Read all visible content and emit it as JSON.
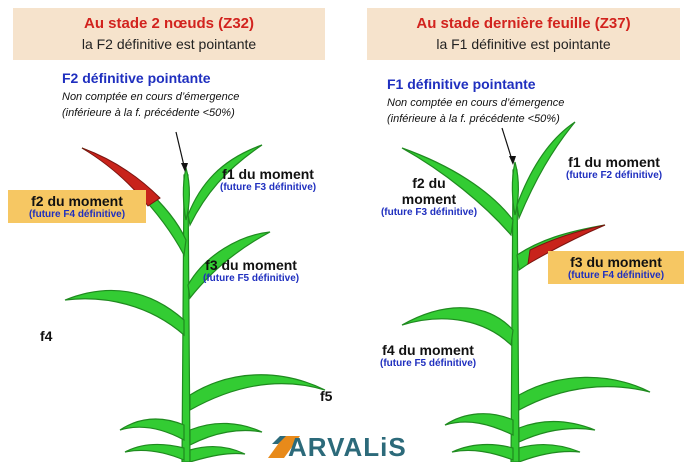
{
  "left": {
    "stage_title": "Au stade 2 nœuds (Z32)",
    "stage_subtitle": "la F2 définitive est pointante",
    "pointing_title": "F2 définitive pointante",
    "note_line1": "Non comptée en cours d’émergence",
    "note_line2": "(inférieure à la f. précédente <50%)",
    "f1_label": "f1 du moment",
    "f1_sub": "(future F3 définitive)",
    "f2_label": "f2 du moment",
    "f2_sub": "(future F4 définitive)",
    "f3_label": "f3 du moment",
    "f3_sub": "(future F5 définitive)",
    "f4_label": "f4",
    "f5_label": "f5"
  },
  "right": {
    "stage_title": "Au stade dernière feuille (Z37)",
    "stage_subtitle": "la F1 définitive est pointante",
    "pointing_title": "F1 définitive pointante",
    "note_line1": "Non comptée en cours d’émergence",
    "note_line2": "(inférieure à la f. précédente <50%)",
    "f1_label": "f1 du moment",
    "f1_sub": "(future F2 définitive)",
    "f2_label_a": "f2 du",
    "f2_label_b": "moment",
    "f2_sub": "(future F3 définitive)",
    "f3_label": "f3 du moment",
    "f3_sub": "(future F4 définitive)",
    "f4_label": "f4 du moment",
    "f4_sub": "(future F5 définitive)"
  },
  "logo_text": "ARVALiS",
  "colors": {
    "leaf_green": "#33cc33",
    "leaf_dark": "#1f8a1f",
    "leaf_red": "#c8231b",
    "title_bg": "#f6e3cc",
    "highlight_bg": "#f6c763",
    "title_red": "#d2231e",
    "label_blue": "#1f2fbf",
    "logo_orange": "#e88a1a",
    "logo_teal": "#2c6a7a"
  }
}
